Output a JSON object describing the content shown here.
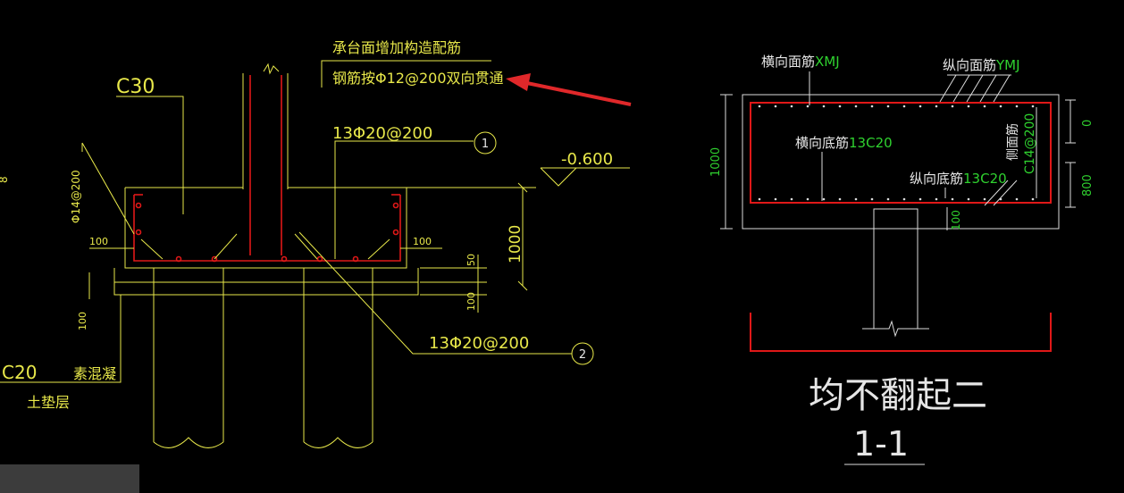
{
  "colors": {
    "background": "#000000",
    "yellow": "#e8e84a",
    "red": "#e01818",
    "white": "#e6e6e6",
    "green": "#2fd12f"
  },
  "left_detail": {
    "concrete_grade": "C30",
    "note_title": "承台面增加构造配筋",
    "note_body": "钢筋按Φ12@200双向贯通",
    "rebar_top": "13Φ20@200",
    "rebar_bottom": "13Φ20@200",
    "marker_1": "1",
    "marker_2": "2",
    "elevation": "-0.600",
    "side_bar": "Φ14@200",
    "dim_100_left": "100",
    "dim_100_right": "100",
    "dim_50": "50",
    "dim_100_bottom": "100",
    "dim_100_vertical": "100",
    "dim_1000": "1000",
    "pad_grade": "C20",
    "pad_material": "素混凝",
    "pad_layer": "土垫层",
    "edge_fragment": "8"
  },
  "right_detail": {
    "top_transverse_label": "横向面筋",
    "top_transverse_code": "XMJ",
    "top_longitudinal_label": "纵向面筋",
    "top_longitudinal_code": "YMJ",
    "bottom_transverse_label": "横向底筋",
    "bottom_transverse_code": "13C20",
    "bottom_longitudinal_label": "纵向底筋",
    "bottom_longitudinal_code": "13C20",
    "side_label": "侧面筋",
    "side_code": "C14@200",
    "dim_height": "1000",
    "dim_0": "0",
    "dim_800": "800",
    "dim_100": "100",
    "note": "均不翻起二",
    "section": "1-1"
  }
}
